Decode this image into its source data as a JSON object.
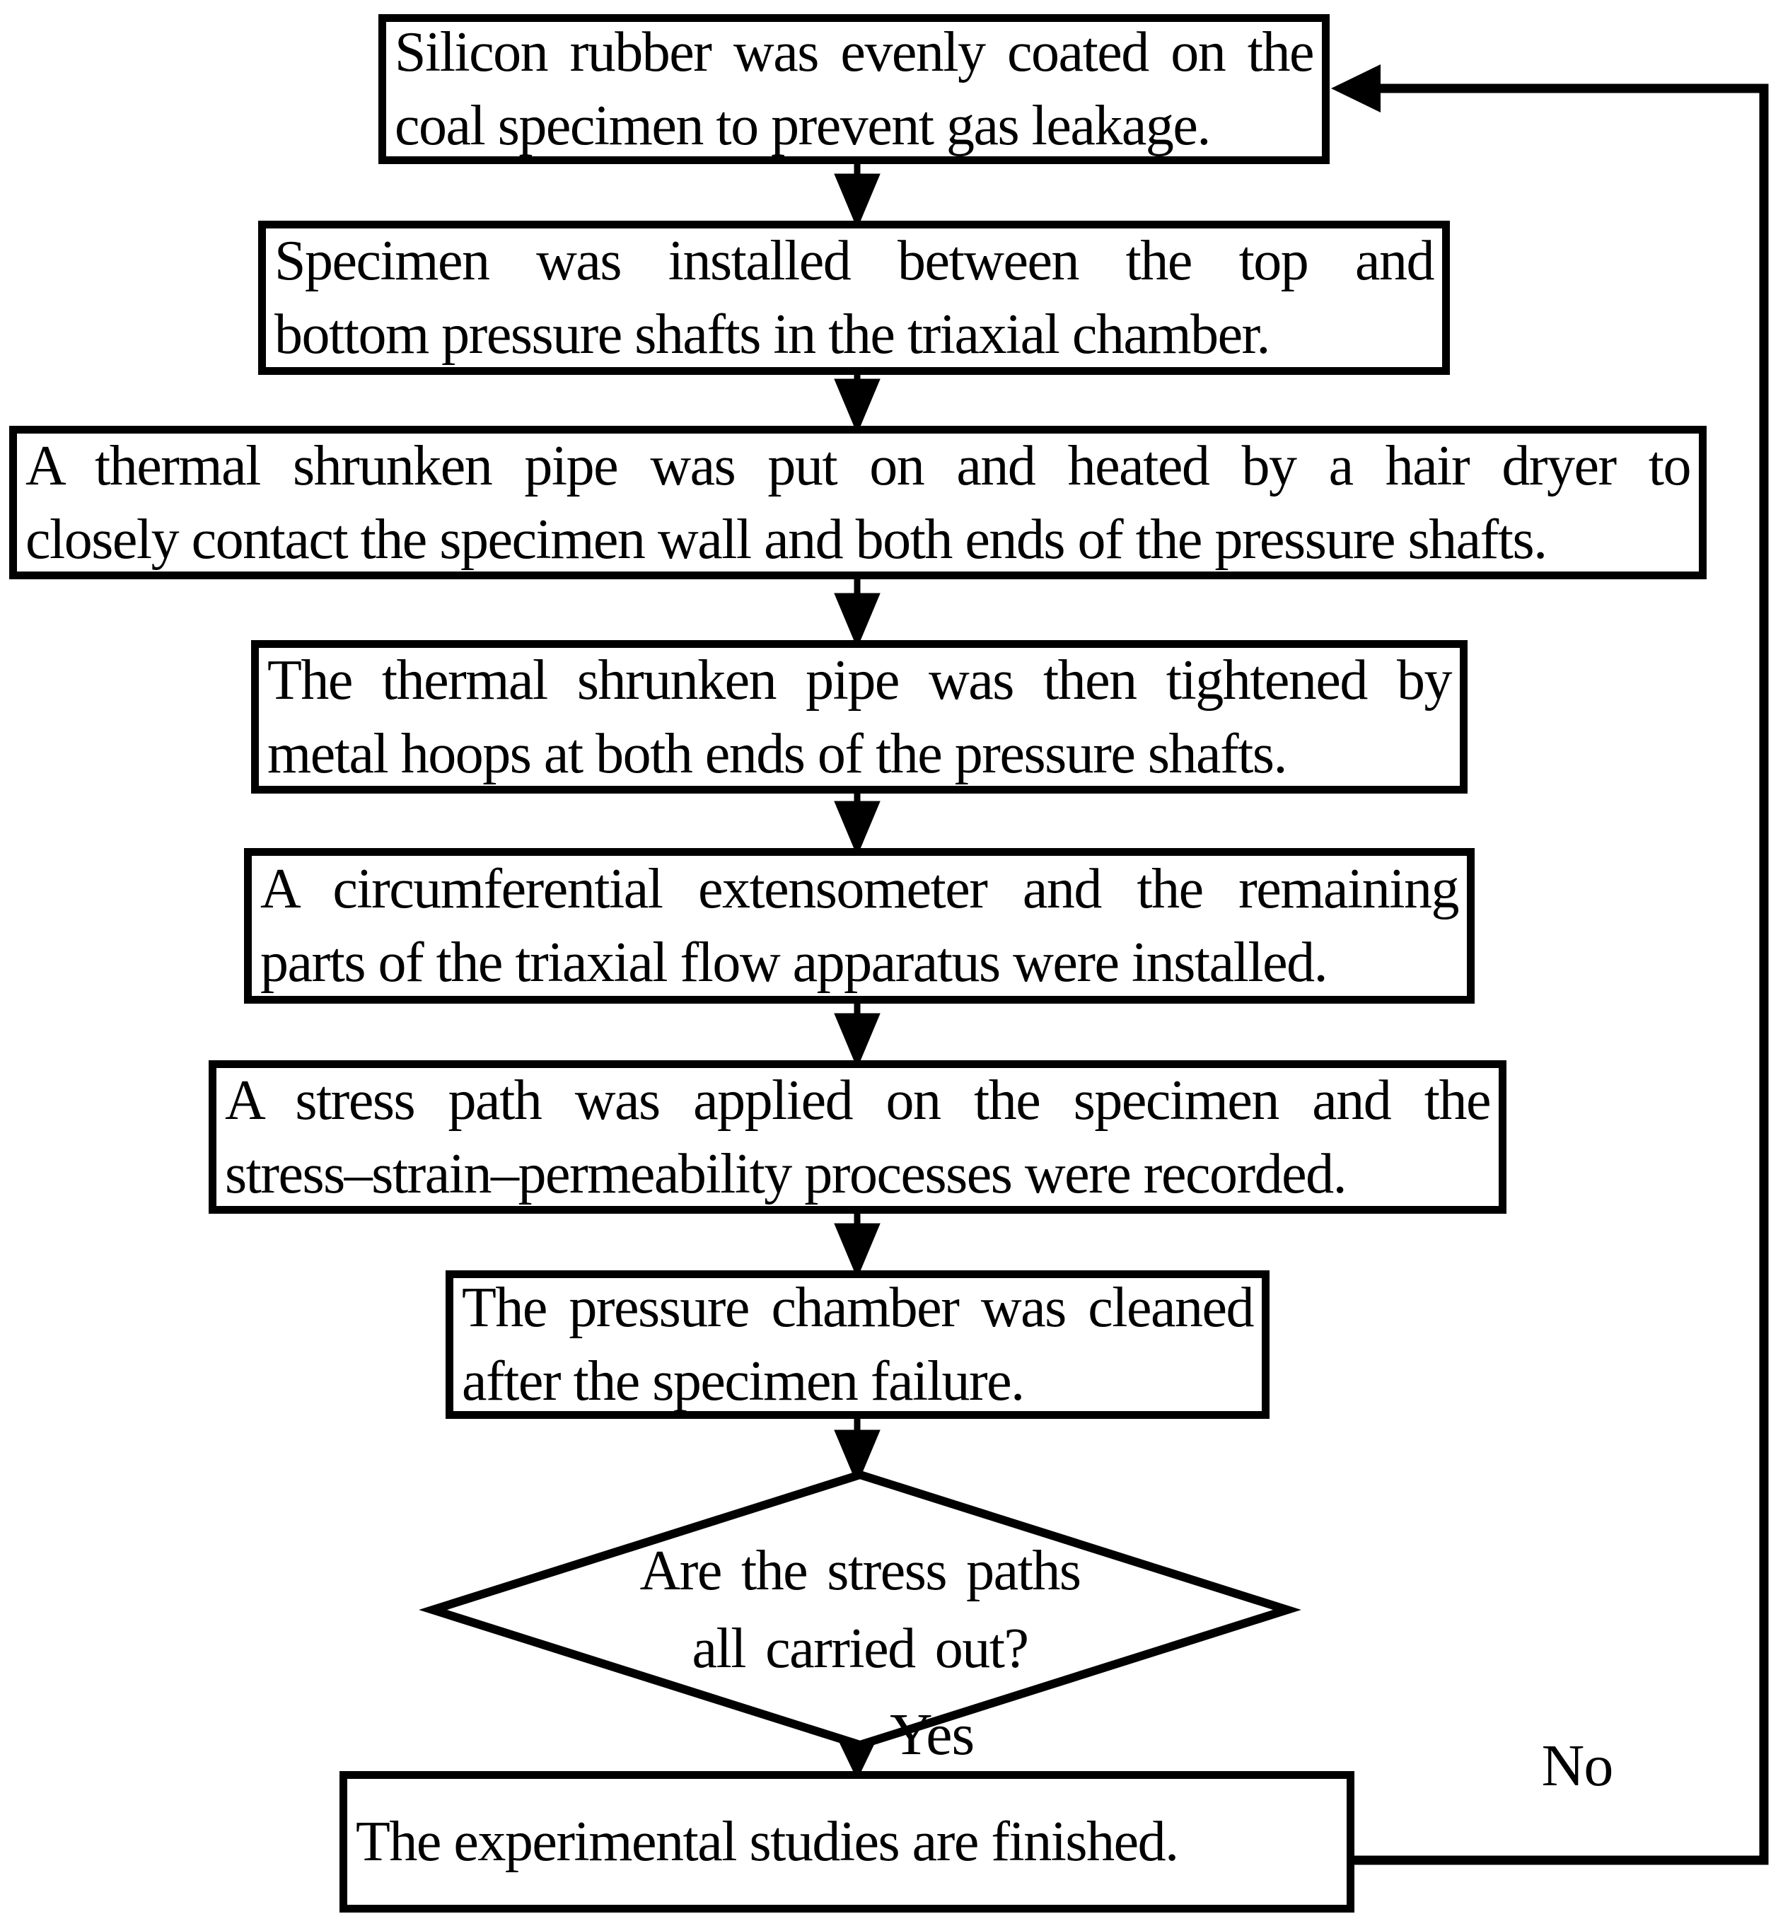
{
  "flowchart": {
    "type": "flowchart",
    "boxes": [
      {
        "id": "step-1",
        "shape": "rectangle",
        "lines": [
          "Silicon rubber was evenly coated on the",
          "coal specimen to prevent gas leakage."
        ]
      },
      {
        "id": "step-2",
        "shape": "rectangle",
        "lines": [
          "Specimen was installed between the top and",
          "bottom pressure shafts in the triaxial chamber."
        ]
      },
      {
        "id": "step-3",
        "shape": "rectangle",
        "lines": [
          "A thermal shrunken pipe was put on and heated by a hair dryer to",
          "closely contact the specimen wall and both ends of the pressure shafts."
        ]
      },
      {
        "id": "step-4",
        "shape": "rectangle",
        "lines": [
          "The thermal shrunken pipe was then tightened by",
          "metal hoops at both ends of the pressure shafts."
        ]
      },
      {
        "id": "step-5",
        "shape": "rectangle",
        "lines": [
          "A circumferential extensometer and the remaining",
          "parts of the triaxial flow apparatus were installed."
        ]
      },
      {
        "id": "step-6",
        "shape": "rectangle",
        "lines": [
          "A stress path was applied on the specimen and the",
          "stress–strain–permeability processes were recorded."
        ]
      },
      {
        "id": "step-7",
        "shape": "rectangle",
        "lines": [
          "The pressure chamber was cleaned",
          "after the specimen failure."
        ]
      },
      {
        "id": "step-8",
        "shape": "rectangle",
        "lines": [
          "The experimental studies are finished."
        ]
      }
    ],
    "decision": {
      "id": "decision-1",
      "shape": "diamond",
      "lines": [
        "Are the stress paths",
        "all carried out?"
      ],
      "yes_target": "step-8",
      "no_target": "step-1"
    },
    "labels": {
      "yes": "Yes",
      "no": "No"
    },
    "edges": [
      {
        "from": "step-1",
        "to": "step-2",
        "label": ""
      },
      {
        "from": "step-2",
        "to": "step-3",
        "label": ""
      },
      {
        "from": "step-3",
        "to": "step-4",
        "label": ""
      },
      {
        "from": "step-4",
        "to": "step-5",
        "label": ""
      },
      {
        "from": "step-5",
        "to": "step-6",
        "label": ""
      },
      {
        "from": "step-6",
        "to": "step-7",
        "label": ""
      },
      {
        "from": "step-7",
        "to": "decision-1",
        "label": ""
      },
      {
        "from": "decision-1",
        "to": "step-8",
        "label": "Yes"
      },
      {
        "from": "decision-1",
        "to": "step-1",
        "label": "No"
      }
    ],
    "colors": {
      "stroke": "#000000",
      "background": "#ffffff",
      "text": "#000000"
    }
  }
}
